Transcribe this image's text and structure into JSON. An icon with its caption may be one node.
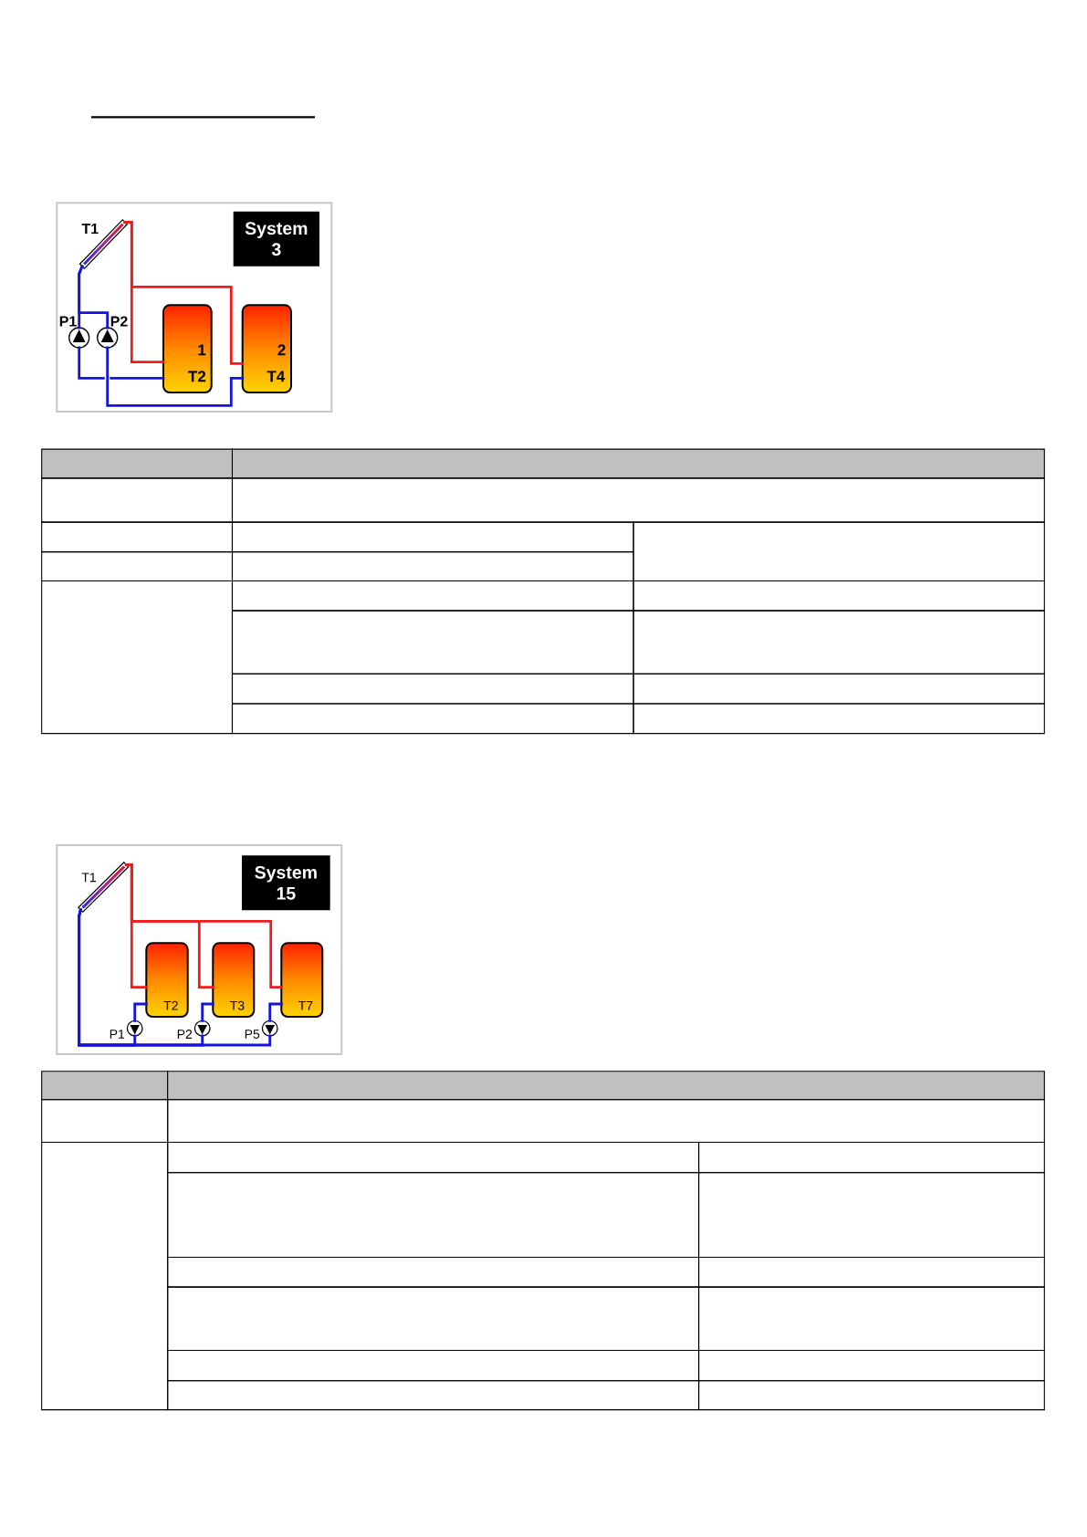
{
  "diagram": {
    "nodes": [
      {
        "text": [],
        "shape": "bar",
        "beside": [
          "T1"
        ]
      },
      {
        "text": [
          "System 3"
        ]
      },
      {
        "text": [],
        "shape": "circle",
        "beside": [
          "P1"
        ]
      },
      {
        "text": [],
        "shape": "circle",
        "beside": [
          "P2"
        ]
      },
      {
        "text": [
          "1",
          "T2"
        ]
      },
      {
        "text": [
          "2",
          "T4"
        ]
      },
      {
        "text": [],
        "shape": "bar",
        "beside": [
          "T1"
        ]
      },
      {
        "text": [
          "System 15"
        ]
      },
      {
        "text": [
          "T2"
        ]
      },
      {
        "text": [
          "T3"
        ]
      },
      {
        "text": [
          "T7"
        ]
      },
      {
        "text": [],
        "shape": "circle",
        "beside": [
          "P1"
        ]
      },
      {
        "text": [],
        "shape": "circle",
        "beside": [
          "P2"
        ]
      },
      {
        "text": [],
        "shape": "circle",
        "beside": [
          "P5"
        ]
      }
    ],
    "edges": [
      {
        "from": 0,
        "to": 4,
        "arrow": "none",
        "color": "#ee1c1c"
      },
      {
        "from": 0,
        "to": 5,
        "arrow": "none",
        "color": "#ee1c1c"
      },
      {
        "from": 0,
        "to": 2,
        "arrow": "none"
      },
      {
        "from": 0,
        "to": 3,
        "arrow": "none"
      },
      {
        "from": 2,
        "to": 4,
        "arrow": "none"
      },
      {
        "from": 3,
        "to": 5,
        "arrow": "none"
      },
      {
        "from": 6,
        "to": 8,
        "arrow": "none",
        "color": "#ee1c1c"
      },
      {
        "from": 6,
        "to": 9,
        "arrow": "none",
        "color": "#ee1c1c"
      },
      {
        "from": 6,
        "to": 10,
        "arrow": "none",
        "color": "#ee1c1c"
      },
      {
        "from": 6,
        "to": 11,
        "arrow": "none"
      },
      {
        "from": 6,
        "to": 12,
        "arrow": "none"
      },
      {
        "from": 6,
        "to": 13,
        "arrow": "none"
      },
      {
        "from": 11,
        "to": 8,
        "arrow": "none"
      },
      {
        "from": 12,
        "to": 9,
        "arrow": "none"
      },
      {
        "from": 13,
        "to": 10,
        "arrow": "none"
      }
    ]
  }
}
